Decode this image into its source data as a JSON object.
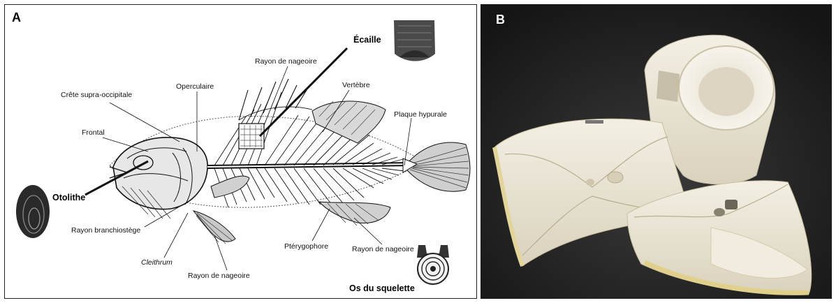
{
  "panels": {
    "a": {
      "letter": "A"
    },
    "b": {
      "letter": "B"
    }
  },
  "labels": {
    "rayon_nageoire_dorsal": "Rayon de nageoire",
    "ecaille": "Écaille",
    "vertebre": "Vertèbre",
    "crete": "Crête supra-occipitale",
    "operculaire": "Operculaire",
    "plaque": "Plaque hypurale",
    "frontal": "Frontal",
    "otolithe": "Otolithe",
    "rayon_branchiostege": "Rayon branchiostège",
    "cleithrum": "Cleithrum",
    "pterygophore": "Ptérygophore",
    "rayon_nageoire_anal": "Rayon de nageoire",
    "rayon_nageoire_pelvien": "Rayon de nageoire",
    "os_squelette": "Os du squelette"
  }
}
